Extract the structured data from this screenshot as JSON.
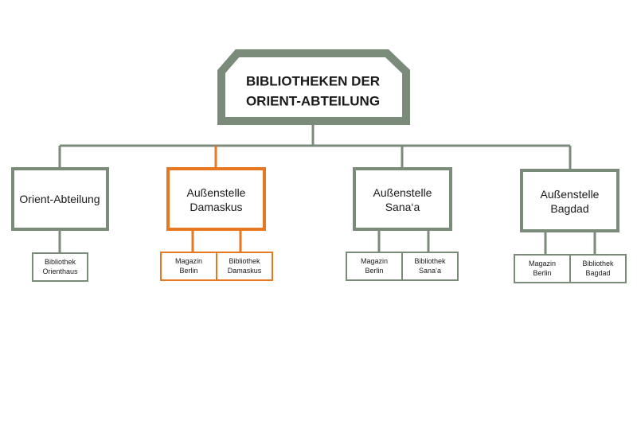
{
  "colors": {
    "gray": "#7b8b79",
    "orange": "#e87722",
    "text": "#1a1a1a",
    "background": "#ffffff"
  },
  "root": {
    "line1": "BIBLIOTHEKEN DER",
    "line2": "ORIENT-ABTEILUNG"
  },
  "branches": [
    {
      "title": [
        "Orient-Abteilung"
      ],
      "highlighted": false,
      "children": [
        {
          "line1": "Bibliothek",
          "line2": "Orienthaus"
        }
      ]
    },
    {
      "title": [
        "Außenstelle",
        "Damaskus"
      ],
      "highlighted": true,
      "children": [
        {
          "line1": "Magazin",
          "line2": "Berlin"
        },
        {
          "line1": "Bibliothek",
          "line2": "Damaskus"
        }
      ]
    },
    {
      "title": [
        "Außenstelle",
        "Sana‘a"
      ],
      "highlighted": false,
      "children": [
        {
          "line1": "Magazin",
          "line2": "Berlin"
        },
        {
          "line1": "Bibliothek",
          "line2": "Sana‘a"
        }
      ]
    },
    {
      "title": [
        "Außenstelle",
        "Bagdad"
      ],
      "highlighted": false,
      "children": [
        {
          "line1": "Magazin",
          "line2": "Berlin"
        },
        {
          "line1": "Bibliothek",
          "line2": "Bagdad"
        }
      ]
    }
  ]
}
